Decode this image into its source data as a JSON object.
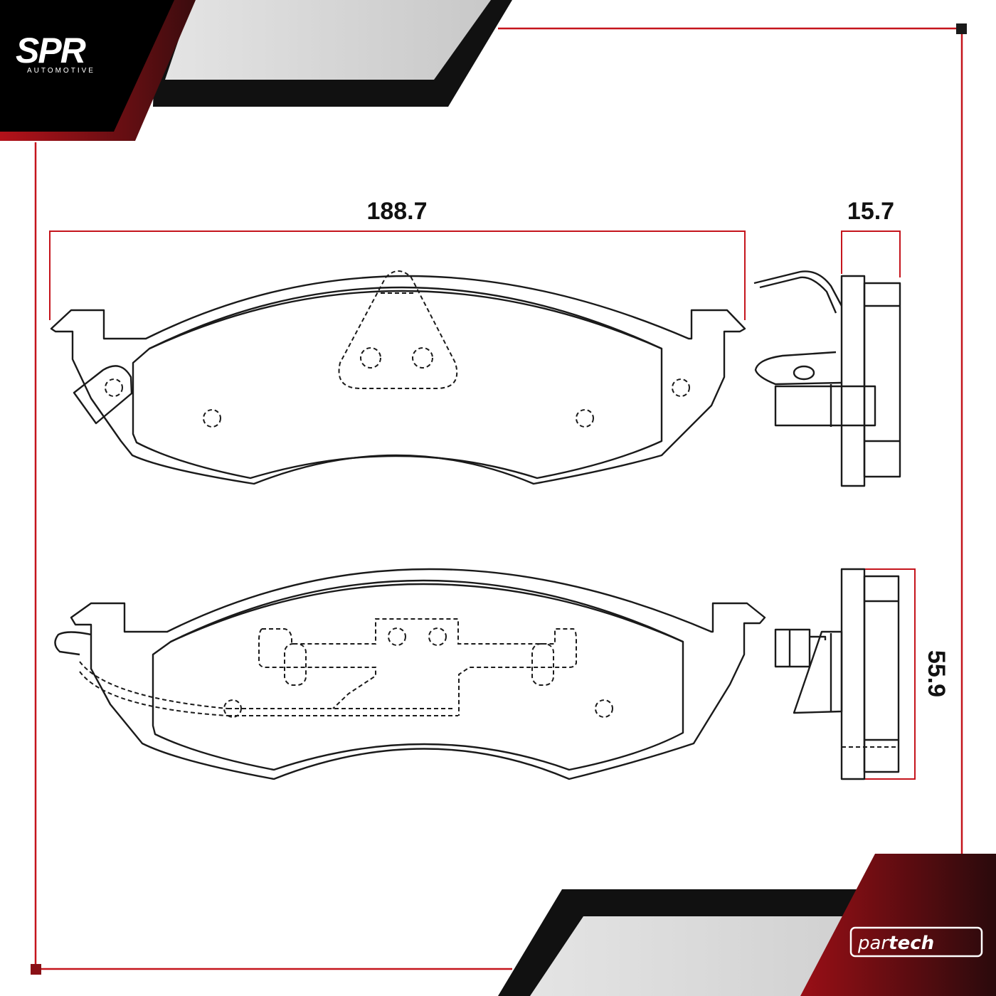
{
  "brand": {
    "logo_text": "SPR",
    "logo_subtext": "AUTOMOTIVE",
    "partner_logo_part": "par",
    "partner_logo_tech": "tech"
  },
  "dimensions": {
    "width": "188.7",
    "thickness": "15.7",
    "height": "55.9"
  },
  "colors": {
    "accent_red": "#c5141c",
    "dark": "#111111",
    "grey": "#d3d3d3"
  }
}
